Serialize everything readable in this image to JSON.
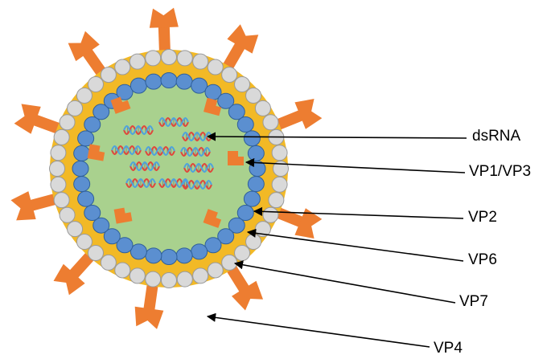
{
  "labels": {
    "dsrna": "dsRNA",
    "vp1vp3": "VP1/VP3",
    "vp2": "VP2",
    "vp6": "VP6",
    "vp7": "VP7",
    "vp4": "VP4"
  },
  "colors": {
    "spike": "#ED7D31",
    "outer_layer": "#F2B926",
    "vp7_bead": "#D9D9D9",
    "vp7_bead_stroke": "#9A9A9A",
    "vp2_bead": "#5B8FD0",
    "vp2_bead_stroke": "#2E5F9A",
    "core": "#A9D18E",
    "rna_red": "#E0473C",
    "rna_blue": "#4FA3DC",
    "pointer": "#000000"
  },
  "icons": {
    "spike": "vp4-spike-icon",
    "enzyme": "vp1-vp3-enzyme-icon",
    "helix": "dsrna-helix-icon"
  }
}
